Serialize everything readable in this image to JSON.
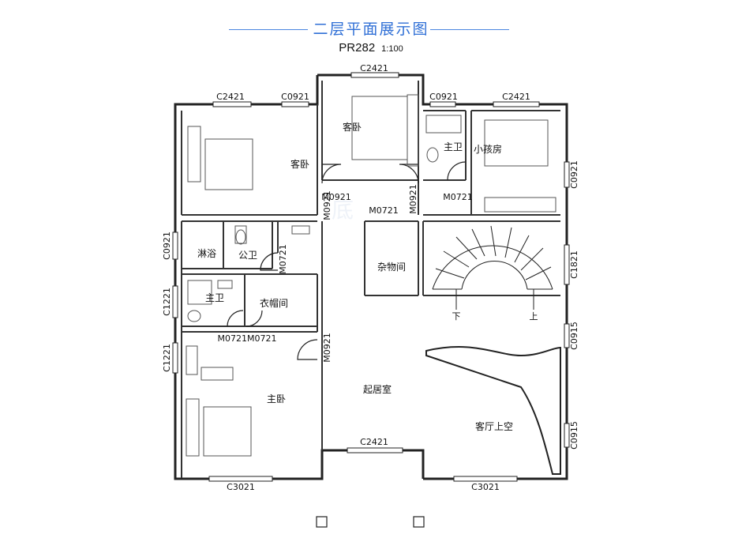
{
  "header": {
    "title": "二层平面展示图",
    "code": "PR282",
    "scale": "1:100"
  },
  "rooms": {
    "guest_bed_left": "客卧",
    "guest_bed_top": "客卧",
    "master_bath_top": "主卫",
    "kids_room": "小孩房",
    "shower": "淋浴",
    "public_bath": "公卫",
    "storage": "杂物间",
    "master_bath_left": "主卫",
    "cloakroom": "衣帽间",
    "master_bed": "主卧",
    "living": "起居室",
    "void": "客厅上空"
  },
  "stairs": {
    "down": "下",
    "up": "上"
  },
  "labels": {
    "c2421_left": "C2421",
    "c0921_left": "C0921",
    "c2421_top": "C2421",
    "c0921_top": "C0921",
    "c2421_right": "C2421",
    "c0921_side_left": "C0921",
    "c1221_a": "C1221",
    "c1221_b": "C1221",
    "c0921_side_right": "C0921",
    "c1821": "C1821",
    "c0915_a": "C0915",
    "c0915_b": "C0915",
    "m0921_a": "M0921",
    "m0921_b": "M0921",
    "m0921_c": "M0921",
    "m0721_a": "M0721",
    "m0721_b": "M0721",
    "m0721_c": "M0721",
    "m0721_d": "M0721M0721",
    "m0921_d": "M0921",
    "c2421_bottom": "C2421",
    "c3021_left": "C3021",
    "c3021_right": "C3021"
  },
  "watermark": "底"
}
